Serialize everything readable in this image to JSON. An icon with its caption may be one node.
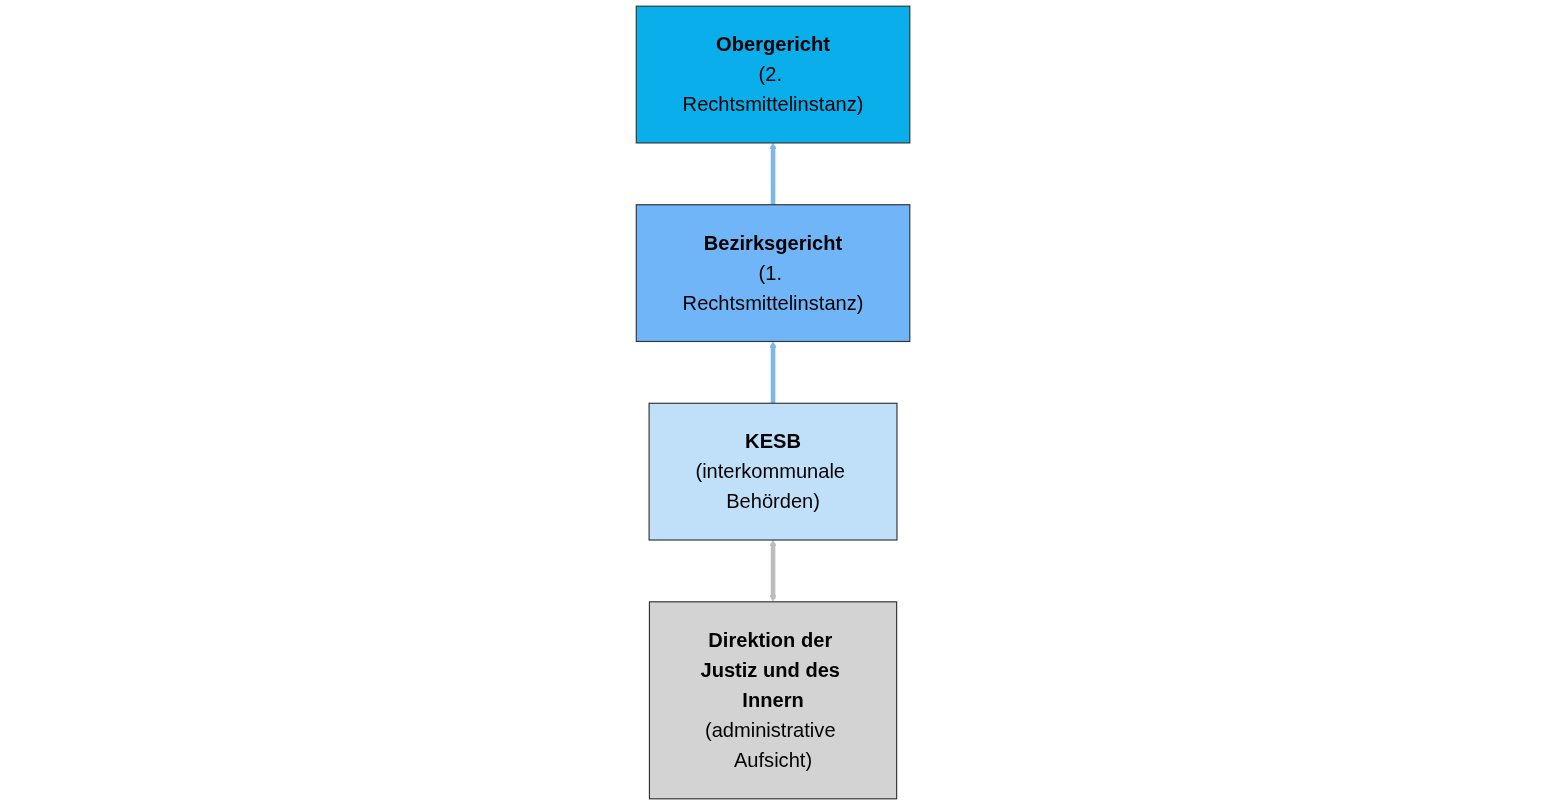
{
  "diagram": {
    "nodes": [
      {
        "text": [
          "Obergericht",
          "(2. Rechtsmittelinstanz)"
        ]
      },
      {
        "text": [
          "Bezirksgericht",
          "(1. Rechtsmittelinstanz)"
        ]
      },
      {
        "text": [
          "KESB",
          "(interkommunale Behörden)"
        ]
      },
      {
        "text": [
          "Direktion der Justiz und des Innern",
          "(administrative Aufsicht)"
        ]
      }
    ],
    "edges": [
      {
        "from": 2,
        "to": 1,
        "arrow": "to"
      },
      {
        "from": 1,
        "to": 0,
        "arrow": "to"
      },
      {
        "from": 3,
        "to": 2,
        "arrow": "both",
        "color": "#bdbdbd"
      }
    ]
  }
}
